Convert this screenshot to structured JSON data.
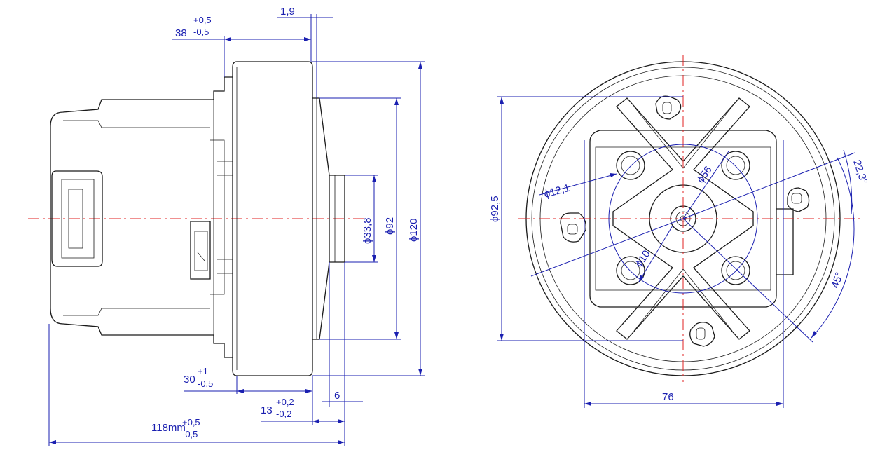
{
  "side_view": {
    "dim_1_9": "1,9",
    "dim_38": "38",
    "dim_38_tol_upper": "+0,5",
    "dim_38_tol_lower": "-0,5",
    "dim_30": "30",
    "dim_30_tol_upper": "+1",
    "dim_30_tol_lower": "-0,5",
    "dim_13": "13",
    "dim_13_tol_upper": "+0,2",
    "dim_13_tol_lower": "-0,2",
    "dim_6": "6",
    "dim_118": "118mm",
    "dim_118_tol_upper": "+0,5",
    "dim_118_tol_lower": "-0,5",
    "dia_33_8": "ϕ33,8",
    "dia_92": "ϕ92",
    "dia_120": "ϕ120"
  },
  "front_view": {
    "dia_92_5": "ϕ92,5",
    "dia_12_1": "ϕ12,1",
    "dia_56": "ϕ56",
    "dia_10": "ϕ10",
    "dim_76": "76",
    "angle_22_3": "22,3°",
    "angle_45": "45°"
  },
  "colors": {
    "dimension": "#1a1fb0",
    "centerline": "#e02020",
    "outline": "#1a1a1a"
  }
}
